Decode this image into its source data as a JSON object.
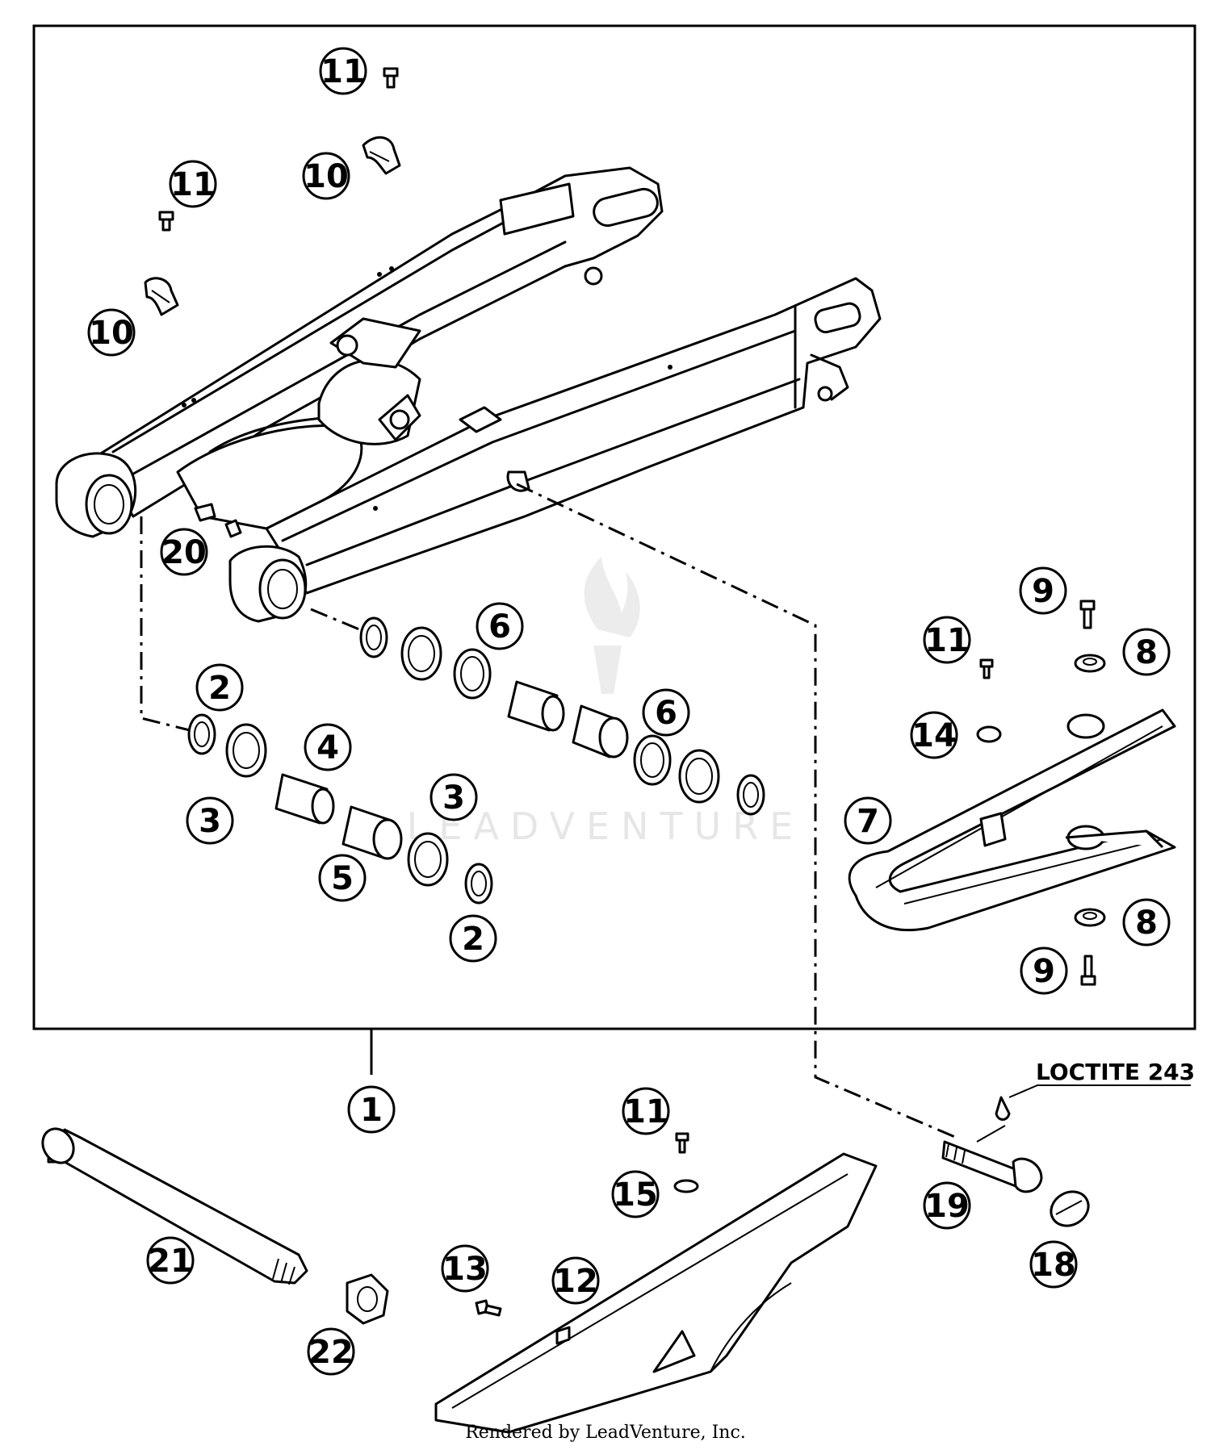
{
  "callouts": [
    {
      "id": "c1",
      "label": "11"
    },
    {
      "id": "c2",
      "label": "10"
    },
    {
      "id": "c3",
      "label": "11"
    },
    {
      "id": "c4",
      "label": "10"
    },
    {
      "id": "c5",
      "label": "20"
    },
    {
      "id": "c6",
      "label": "6"
    },
    {
      "id": "c7",
      "label": "2"
    },
    {
      "id": "c8",
      "label": "4"
    },
    {
      "id": "c9",
      "label": "6"
    },
    {
      "id": "c10",
      "label": "3"
    },
    {
      "id": "c11",
      "label": "3"
    },
    {
      "id": "c12",
      "label": "5"
    },
    {
      "id": "c13",
      "label": "2"
    },
    {
      "id": "c14",
      "label": "9"
    },
    {
      "id": "c15",
      "label": "11"
    },
    {
      "id": "c16",
      "label": "8"
    },
    {
      "id": "c17",
      "label": "14"
    },
    {
      "id": "c18",
      "label": "7"
    },
    {
      "id": "c19",
      "label": "8"
    },
    {
      "id": "c20",
      "label": "9"
    },
    {
      "id": "c21",
      "label": "1"
    },
    {
      "id": "c22",
      "label": "11"
    },
    {
      "id": "c23",
      "label": "15"
    },
    {
      "id": "c24",
      "label": "19"
    },
    {
      "id": "c25",
      "label": "18"
    },
    {
      "id": "c26",
      "label": "21"
    },
    {
      "id": "c27",
      "label": "13"
    },
    {
      "id": "c28",
      "label": "12"
    },
    {
      "id": "c29",
      "label": "22"
    }
  ],
  "annotation": {
    "loctite": "LOCTITE 243"
  },
  "watermark": "LEADVENTURE",
  "footer": {
    "credit": "Rendered by LeadVenture, Inc."
  }
}
